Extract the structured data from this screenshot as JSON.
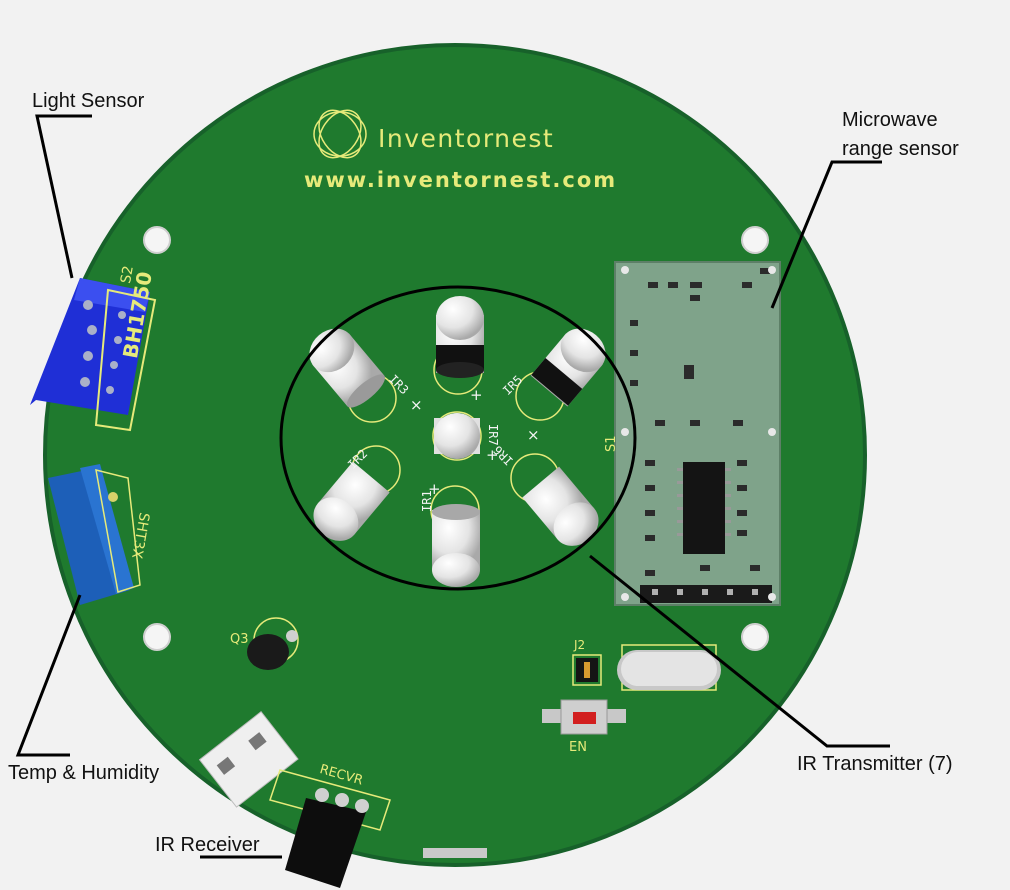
{
  "brand": {
    "name": "Inventornest",
    "url": "www.inventornest.com"
  },
  "callouts": {
    "light_sensor": "Light Sensor",
    "microwave_line1": "Microwave",
    "microwave_line2": "range sensor",
    "temp_humidity": "Temp & Humidity",
    "ir_receiver": "IR Receiver",
    "ir_transmitter": "IR Transmitter (7)"
  },
  "silkscreen": {
    "light_sensor_part": "BH1750",
    "light_sensor_ref": "S2",
    "temp_sensor_part": "SHT3X",
    "microwave_ref": "S1",
    "transistor_ref": "Q3",
    "jumper_ref": "J2",
    "button_label": "EN",
    "receiver_ref": "RECVR",
    "ir_leds": [
      "IR1",
      "IR2",
      "IR3",
      "IR5",
      "IR6",
      "IR7"
    ]
  },
  "colors": {
    "pcb": "#1f7a2e",
    "silkscreen": "#e6ea7a",
    "light_sensor_module": "#1f2fd6",
    "temp_sensor_module": "#1d5fb8",
    "microwave_module": "#7fa38a"
  }
}
